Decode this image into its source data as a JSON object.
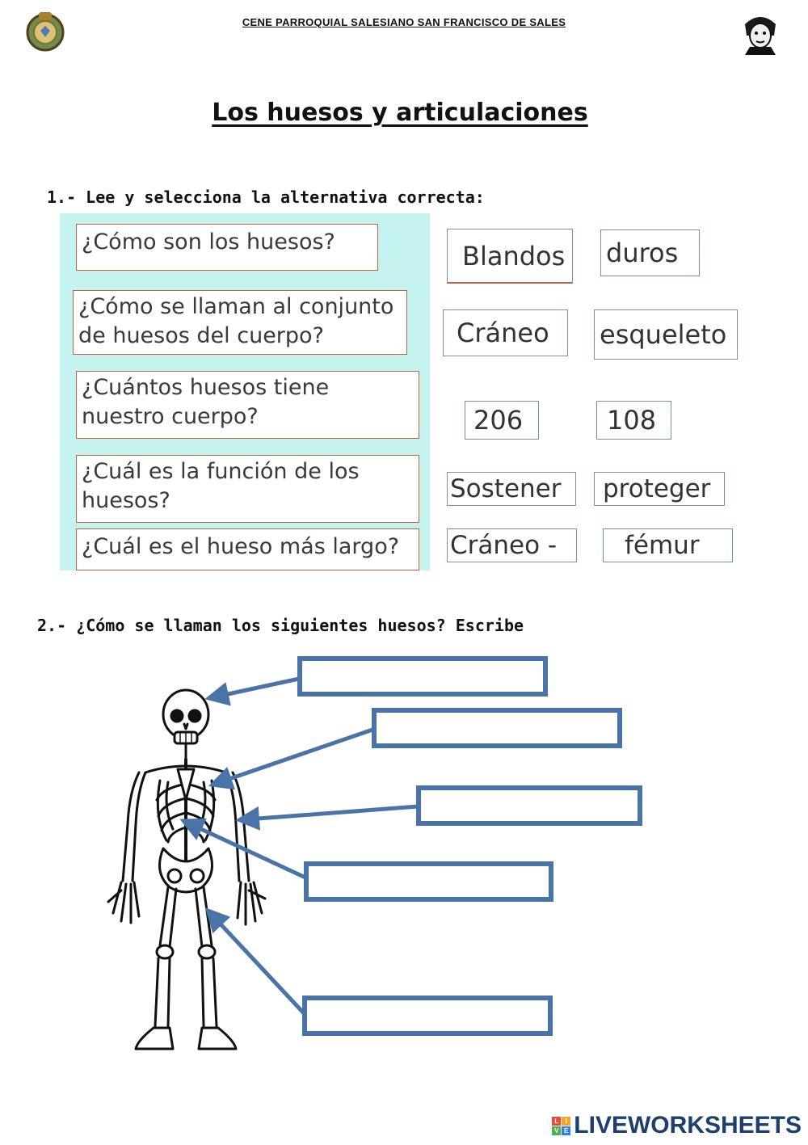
{
  "header": {
    "school_name": "CENE PARROQUIAL SALESIANO SAN FRANCISCO DE SALES"
  },
  "title": "Los huesos y articulaciones",
  "section1": {
    "heading": "1.- Lee y selecciona la alternativa correcta:",
    "questions": [
      {
        "text": "¿Cómo son los huesos?",
        "options": [
          "Blandos",
          "duros"
        ]
      },
      {
        "text": "¿Cómo se llaman al conjunto de huesos del cuerpo?",
        "options": [
          "Cráneo",
          "esqueleto"
        ]
      },
      {
        "text": "¿Cuántos huesos tiene nuestro cuerpo?",
        "options": [
          "206",
          "108"
        ]
      },
      {
        "text": "¿Cuál es la función de los huesos?",
        "options": [
          "Sostener",
          "proteger"
        ]
      },
      {
        "text": "¿Cuál es el hueso más largo?",
        "options": [
          "Cráneo -",
          "fémur"
        ]
      }
    ]
  },
  "section2": {
    "heading": "2.- ¿Cómo se llaman los siguientes huesos? Escribe"
  },
  "footer": {
    "brand": "LIVEWORKSHEETS"
  },
  "colors": {
    "panel": "#c4f3f0",
    "question_border": "#c0643c",
    "option_border": "#6f8ec2",
    "answer_box": "#4a73a8"
  }
}
